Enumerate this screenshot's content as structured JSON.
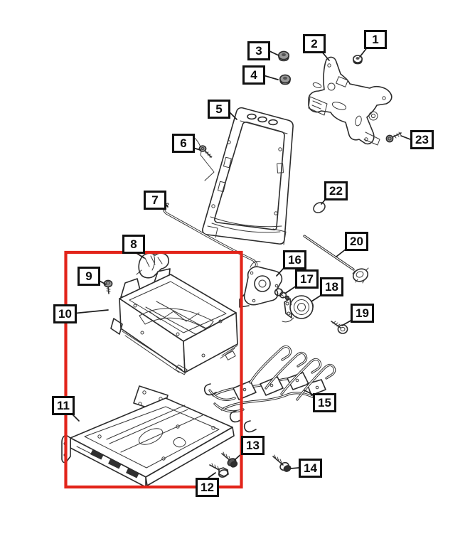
{
  "figure": {
    "kind": "exploded-parts-diagram",
    "background_color": "#ffffff",
    "line_color": "#2c2c2c"
  },
  "highlight": {
    "color": "#e2241a"
  },
  "callouts": [
    {
      "label": "1",
      "part": "push-nut"
    },
    {
      "label": "2",
      "part": "seat-back-panel-bracket"
    },
    {
      "label": "3",
      "part": "push-nut"
    },
    {
      "label": "4",
      "part": "push-nut"
    },
    {
      "label": "5",
      "part": "seat-back-frame"
    },
    {
      "label": "6",
      "part": "screw"
    },
    {
      "label": "7",
      "part": "torsion-wire"
    },
    {
      "label": "8",
      "part": "retainer-clip"
    },
    {
      "label": "9",
      "part": "screw"
    },
    {
      "label": "10",
      "part": "seat-cushion-pan"
    },
    {
      "label": "11",
      "part": "seat-adjuster-track"
    },
    {
      "label": "12",
      "part": "hex-bolt"
    },
    {
      "label": "13",
      "part": "hex-bolt"
    },
    {
      "label": "14",
      "part": "hex-bolt"
    },
    {
      "label": "15",
      "part": "wire-harness-frame"
    },
    {
      "label": "16",
      "part": "recliner-bracket"
    },
    {
      "label": "17",
      "part": "adapter-fitting"
    },
    {
      "label": "18",
      "part": "recliner-motor"
    },
    {
      "label": "19",
      "part": "shoulder-screw"
    },
    {
      "label": "20",
      "part": "drive-rod"
    },
    {
      "label": "22",
      "part": "o-ring"
    },
    {
      "label": "23",
      "part": "screw"
    }
  ]
}
